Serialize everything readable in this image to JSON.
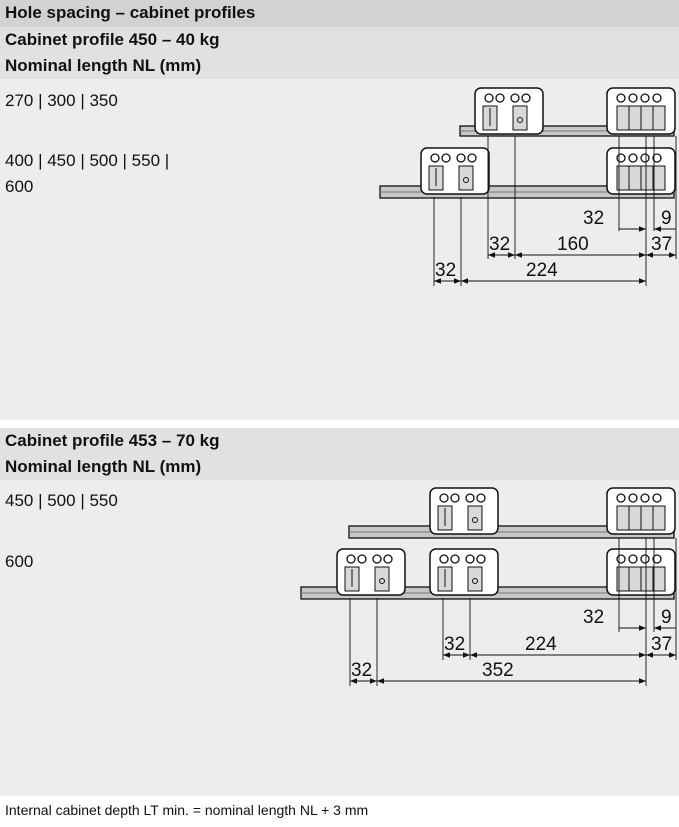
{
  "header": {
    "title": "Hole spacing – cabinet profiles"
  },
  "section1": {
    "profile": "Cabinet profile 450 – 40 kg",
    "nominal": "Nominal length NL (mm)",
    "row1": "270 | 300 | 350",
    "row2a": "400 | 450 | 500 | 550 |",
    "row2b": "600",
    "dims": {
      "a": "32",
      "b": "9",
      "c": "32",
      "d": "160",
      "e": "37",
      "f": "32",
      "g": "224"
    }
  },
  "section2": {
    "profile": "Cabinet profile 453 – 70 kg",
    "nominal": "Nominal length NL (mm)",
    "row1": "450 | 500 | 550",
    "row2": "600",
    "dims": {
      "a": "32",
      "b": "9",
      "c": "32",
      "d": "224",
      "e": "37",
      "f": "32",
      "g": "352"
    }
  },
  "footer": {
    "note": "Internal cabinet depth LT min. = nominal length NL + 3 mm"
  }
}
